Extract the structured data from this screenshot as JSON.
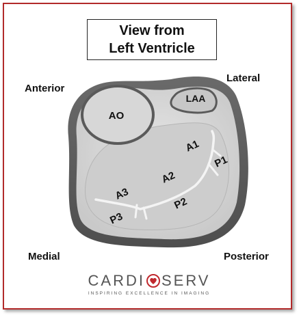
{
  "title": {
    "line1": "View from",
    "line2": "Left Ventricle"
  },
  "orientation": {
    "anterior": "Anterior",
    "lateral": "Lateral",
    "medial": "Medial",
    "posterior": "Posterior"
  },
  "structures": {
    "ao": "AO",
    "laa": "LAA",
    "a1": "A1",
    "a2": "A2",
    "a3": "A3",
    "p1": "P1",
    "p2": "P2",
    "p3": "P3"
  },
  "logo": {
    "word_left": "CARDI",
    "word_right": "SERV",
    "tagline": "INSPIRING EXCELLENCE IN IMAGING",
    "icon": "heart-in-circle-icon"
  },
  "colors": {
    "frame": "#b22a2a",
    "outer_wall": "#5e5e5e",
    "inner_fill": "#d8d8d8",
    "leaflet_fill": "#cfcfcf",
    "logo_red": "#c0282e"
  }
}
